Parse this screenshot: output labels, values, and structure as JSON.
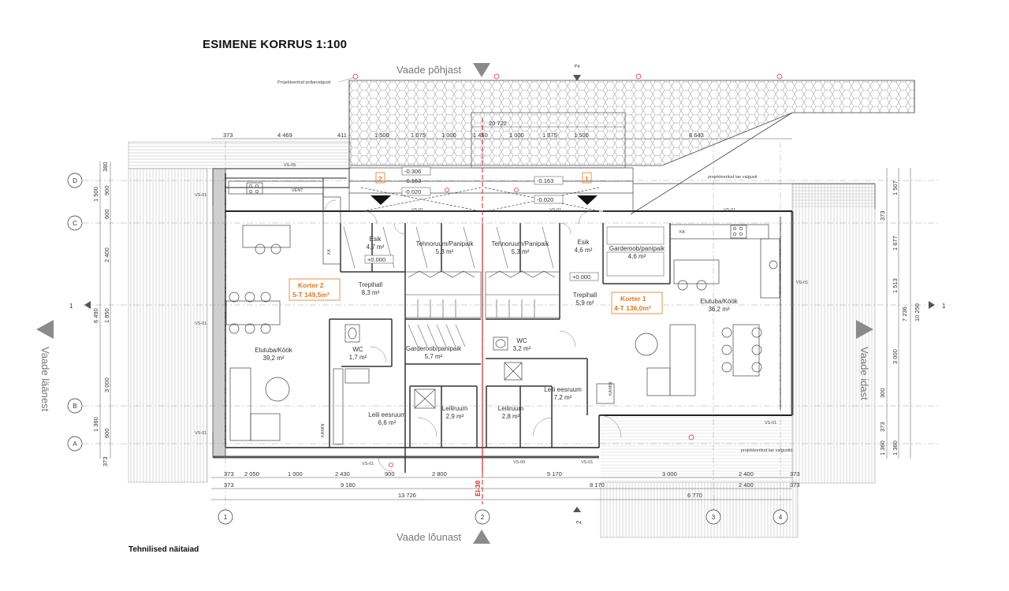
{
  "title": "ESIMENE KORRUS 1:100",
  "bottom_text": "Tehnilised näitajad",
  "views": {
    "north": "Vaade põhjast",
    "south": "Vaade lõunast",
    "west": "Vaade läänest",
    "east": "Vaade idast"
  },
  "notes": {
    "bollard": "Projekteeritud pollarvalgusti",
    "ceiling_light_top": "projekteeritud lae valgusti",
    "ceiling_light_bottom": "projekteeritud lae valgustid",
    "axis_marker": "EI-30",
    "appliance_vent": "VENT",
    "appliance_kk": "KK",
    "fireplace": "KAMIN"
  },
  "apartments": [
    {
      "name": "Korter 2",
      "spec": "5-T 149,5m²"
    },
    {
      "name": "Korter 1",
      "spec": "4-T 136,0m²"
    }
  ],
  "rooms": [
    {
      "name": "Elutuba/Köök",
      "area": "39,2 m²"
    },
    {
      "name": "Esik",
      "area": "4,7 m²"
    },
    {
      "name": "Tehnoruum/Panipaik",
      "area": "5,3 m²"
    },
    {
      "name": "Tehnoruum/Panipaik",
      "area": "5,3 m²"
    },
    {
      "name": "Esik",
      "area": "4,6 m²"
    },
    {
      "name": "Garderoob/panipaik",
      "area": "4,6 m²"
    },
    {
      "name": "Trepihall",
      "area": "8,3 m²"
    },
    {
      "name": "Trepihall",
      "area": "5,9 m²"
    },
    {
      "name": "Elutuba/Köök",
      "area": "36,2 m²"
    },
    {
      "name": "WC",
      "area": "1,7 m²"
    },
    {
      "name": "Garderoob/panipaik",
      "area": "5,7 m²"
    },
    {
      "name": "WC",
      "area": "3,2 m²"
    },
    {
      "name": "Leili eesruum",
      "area": "6,6 m²"
    },
    {
      "name": "Leiliruum",
      "area": "2,9 m²"
    },
    {
      "name": "Leiliruum",
      "area": "2,8 m²"
    },
    {
      "name": "Leili eesruum",
      "area": "7,2 m²"
    }
  ],
  "levels": [
    "-0.306",
    "-0.163",
    "-0.163",
    "-0.020",
    "-0.020",
    "+0.000",
    "+0.000"
  ],
  "axes": {
    "numbers": [
      "1",
      "2",
      "3",
      "4"
    ],
    "letters": [
      "D",
      "C",
      "B",
      "A"
    ],
    "section_marks": [
      "1",
      "2"
    ]
  },
  "dimensions": {
    "top": [
      "373",
      "4 469",
      "411",
      "1 500",
      "1 075",
      "1 000",
      "1 450",
      "1 000",
      "1 075",
      "1 500",
      "6 643"
    ],
    "top_overall": "20 722",
    "bottom_1": [
      "373",
      "2 050",
      "1 000",
      "2 430",
      "900",
      "2 800",
      "5 170",
      "3 000",
      "2 400",
      "373"
    ],
    "bottom_2": [
      "373",
      "9 180",
      "8 170",
      "2 400",
      "373"
    ],
    "bottom_3": [
      "13 726",
      "6 770"
    ],
    "left": [
      "380",
      "1 500",
      "900",
      "600",
      "2 400",
      "6 490",
      "1 850",
      "3 000",
      "1 360",
      "600",
      "373"
    ],
    "right": [
      "1 507",
      "373",
      "1 677",
      "1 513",
      "3 000",
      "300",
      "373",
      "1 360",
      "1 360",
      "7 236",
      "10 250"
    ]
  },
  "tags": {
    "vs01": "VS-01",
    "vs05": "VS-05",
    "vs06": "VS-06"
  }
}
